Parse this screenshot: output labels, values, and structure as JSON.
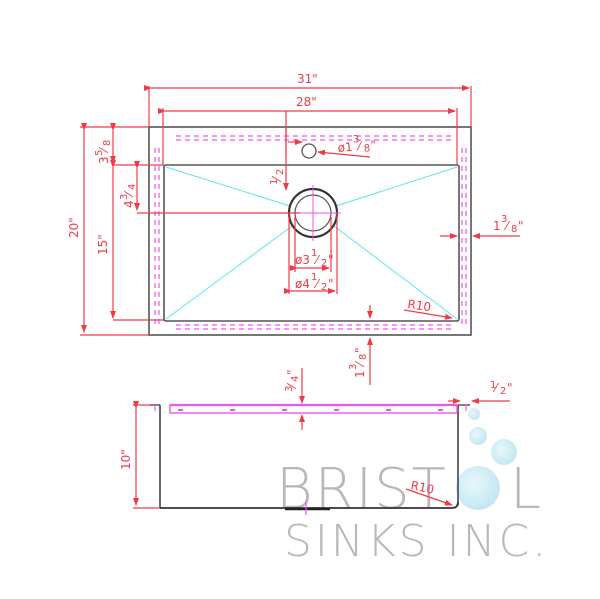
{
  "drawing": {
    "top_view": {
      "overall_width": "31\"",
      "basin_width": "28\"",
      "overall_depth": "20\"",
      "basin_depth": "15\"",
      "back_deck": "3⁵⁄₈\"",
      "back_deck_whole": "3",
      "back_deck_num": "5",
      "back_deck_den": "8",
      "drain_offset_whole": "4",
      "drain_offset_num": "3",
      "drain_offset_den": "4",
      "faucet_offset_num": "1",
      "faucet_offset_den": "2",
      "faucet_hole_dia": "ø1⅜\"",
      "faucet_hole_prefix": "ø1",
      "faucet_hole_num": "3",
      "faucet_hole_den": "8",
      "drain_inner_dia_prefix": "ø3",
      "drain_inner_num": "1",
      "drain_inner_den": "2",
      "drain_outer_dia_prefix": "ø4",
      "drain_outer_num": "1",
      "drain_outer_den": "2",
      "side_rim_whole": "1",
      "side_rim_num": "3",
      "side_rim_den": "8",
      "front_rim_whole": "1",
      "front_rim_num": "3",
      "front_rim_den": "8",
      "corner_radius": "R10"
    },
    "side_view": {
      "depth": "10\"",
      "flange_thickness_num": "3",
      "flange_thickness_den": "4",
      "flange_lip_num": "1",
      "flange_lip_den": "2",
      "corner_radius": "R10"
    }
  },
  "brand": {
    "line1_left": "BRIST",
    "line1_right": "L",
    "line2": "SINKS INC."
  },
  "colors": {
    "dimension": "#ef3b47",
    "outline": "#555555",
    "guide": "#5ee3ee",
    "mounting": "#ee55ee",
    "brand_text": "#b8b8b8",
    "bubbles": "#bfe6f2"
  }
}
